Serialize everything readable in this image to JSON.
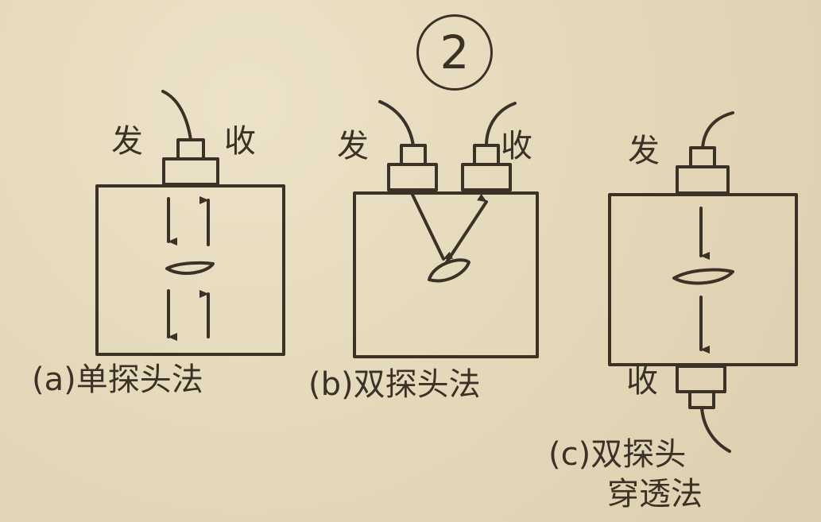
{
  "figure_number": "2",
  "labels": {
    "send": "发",
    "receive": "收"
  },
  "panels": [
    {
      "id": "a",
      "caption": "(a)单探头法"
    },
    {
      "id": "b",
      "caption": "(b)双探头法"
    },
    {
      "id": "c",
      "caption_line1": "(c)双探头",
      "caption_line2": "穿透法"
    }
  ],
  "colors": {
    "ink": "#3a3226",
    "paper": "#e8dcc0"
  }
}
